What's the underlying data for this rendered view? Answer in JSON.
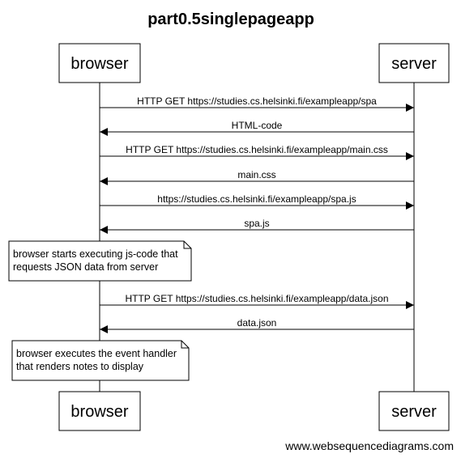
{
  "title": "part0.5singlepageapp",
  "participants": [
    {
      "id": "browser",
      "label": "browser"
    },
    {
      "id": "server",
      "label": "server"
    }
  ],
  "events": [
    {
      "kind": "message",
      "from": "browser",
      "to": "server",
      "label": "HTTP GET https://studies.cs.helsinki.fi/exampleapp/spa"
    },
    {
      "kind": "message",
      "from": "server",
      "to": "browser",
      "label": "HTML-code"
    },
    {
      "kind": "message",
      "from": "browser",
      "to": "server",
      "label": "HTTP GET https://studies.cs.helsinki.fi/exampleapp/main.css"
    },
    {
      "kind": "message",
      "from": "server",
      "to": "browser",
      "label": "main.css"
    },
    {
      "kind": "message",
      "from": "browser",
      "to": "server",
      "label": "https://studies.cs.helsinki.fi/exampleapp/spa.js"
    },
    {
      "kind": "message",
      "from": "server",
      "to": "browser",
      "label": "spa.js"
    },
    {
      "kind": "note",
      "over": "browser",
      "lines": [
        "browser starts executing js-code that",
        "requests JSON data from server"
      ]
    },
    {
      "kind": "message",
      "from": "browser",
      "to": "server",
      "label": "HTTP GET https://studies.cs.helsinki.fi/exampleapp/data.json"
    },
    {
      "kind": "message",
      "from": "server",
      "to": "browser",
      "label": "data.json"
    },
    {
      "kind": "note",
      "over": "browser",
      "lines": [
        "browser executes the event handler",
        "that renders notes to display"
      ]
    }
  ],
  "credit": "www.websequencediagrams.com",
  "colors": {
    "stroke": "#000000",
    "background": "#ffffff"
  }
}
